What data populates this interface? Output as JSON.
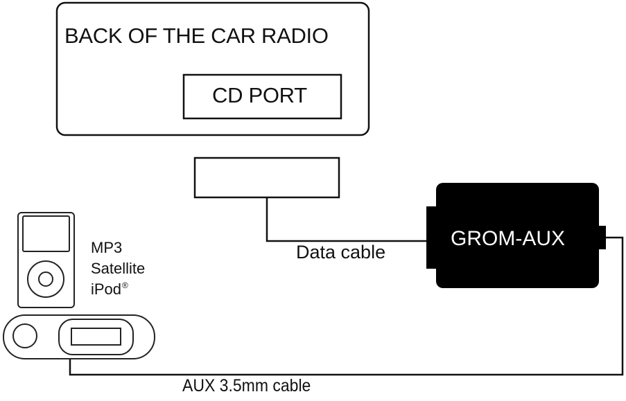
{
  "diagram": {
    "radio": {
      "title": "BACK OF THE CAR RADIO",
      "port_label": "CD PORT"
    },
    "adapter": {
      "label": "GROM-AUX",
      "color": "#000000",
      "text_color": "#ffffff"
    },
    "devices": {
      "labels": [
        "MP3",
        "Satellite",
        "iPod"
      ],
      "trademark": "®"
    },
    "cables": {
      "data": "Data cable",
      "aux": "AUX 3.5mm cable"
    },
    "line_color": "#111111"
  }
}
